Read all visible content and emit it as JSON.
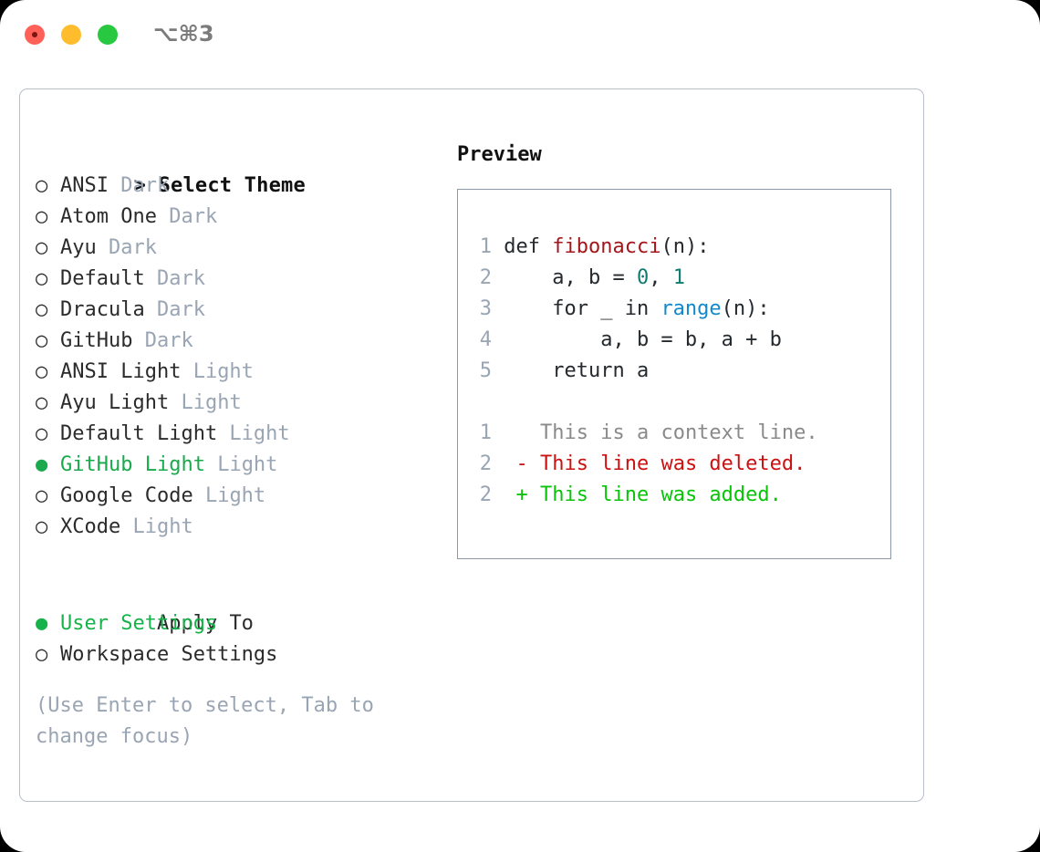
{
  "window": {
    "title": "⌥⌘3",
    "traffic_lights": [
      {
        "name": "close",
        "color": "#ff6159"
      },
      {
        "name": "minimize",
        "color": "#ffbd2e"
      },
      {
        "name": "maximize",
        "color": "#28c941"
      }
    ]
  },
  "theme_list": {
    "header_marker": "> ",
    "header_label": "Select Theme",
    "items": [
      {
        "marker": "○ ",
        "label": "ANSI",
        "tag": "Dark",
        "selected": false
      },
      {
        "marker": "○ ",
        "label": "Atom One",
        "tag": "Dark",
        "selected": false
      },
      {
        "marker": "○ ",
        "label": "Ayu",
        "tag": "Dark",
        "selected": false
      },
      {
        "marker": "○ ",
        "label": "Default",
        "tag": "Dark",
        "selected": false
      },
      {
        "marker": "○ ",
        "label": "Dracula",
        "tag": "Dark",
        "selected": false
      },
      {
        "marker": "○ ",
        "label": "GitHub",
        "tag": "Dark",
        "selected": false
      },
      {
        "marker": "○ ",
        "label": "ANSI Light",
        "tag": "Light",
        "selected": false
      },
      {
        "marker": "○ ",
        "label": "Ayu Light",
        "tag": "Light",
        "selected": false
      },
      {
        "marker": "○ ",
        "label": "Default Light",
        "tag": "Light",
        "selected": false
      },
      {
        "marker": "● ",
        "label": "GitHub Light",
        "tag": "Light",
        "selected": true
      },
      {
        "marker": "○ ",
        "label": "Google Code",
        "tag": "Light",
        "selected": false
      },
      {
        "marker": "○ ",
        "label": "XCode",
        "tag": "Light",
        "selected": false
      }
    ]
  },
  "apply_to": {
    "header_indent": "  ",
    "header_label": "Apply To",
    "items": [
      {
        "marker": "● ",
        "label": "User Settings",
        "selected": true
      },
      {
        "marker": "○ ",
        "label": "Workspace Settings",
        "selected": false
      }
    ]
  },
  "hint": "(Use Enter to select, Tab to change focus)",
  "preview": {
    "title": "Preview",
    "code_lines": [
      {
        "number": "1",
        "spans": [
          {
            "text": "def ",
            "kind": "plain"
          },
          {
            "text": "fibonacci",
            "kind": "func"
          },
          {
            "text": "(n):",
            "kind": "plain"
          }
        ]
      },
      {
        "number": "2",
        "spans": [
          {
            "text": "    a, b = ",
            "kind": "plain"
          },
          {
            "text": "0",
            "kind": "num"
          },
          {
            "text": ", ",
            "kind": "plain"
          },
          {
            "text": "1",
            "kind": "num"
          }
        ]
      },
      {
        "number": "3",
        "spans": [
          {
            "text": "    for _ in ",
            "kind": "plain"
          },
          {
            "text": "range",
            "kind": "builtin"
          },
          {
            "text": "(n):",
            "kind": "plain"
          }
        ]
      },
      {
        "number": "4",
        "spans": [
          {
            "text": "        a, b = b, a + b",
            "kind": "plain"
          }
        ]
      },
      {
        "number": "5",
        "spans": [
          {
            "text": "    return a",
            "kind": "plain"
          }
        ]
      }
    ],
    "diff_lines": [
      {
        "number": "1",
        "sign": "  ",
        "text": "This is a context line.",
        "kind": "ctx"
      },
      {
        "number": "2",
        "sign": "- ",
        "text": "This line was deleted.",
        "kind": "del"
      },
      {
        "number": "2",
        "sign": "+ ",
        "text": "This line was added.",
        "kind": "add"
      }
    ]
  },
  "colors": {
    "selection_green": "#1aa94c",
    "apply_green": "#17b34a",
    "tag_grey": "#9aa5b4",
    "hint_grey": "#9aa5b4",
    "panel_border": "#b7bfcb",
    "preview_border": "#8c98a8",
    "code_function": "#a3161b",
    "code_number": "#0f7b72",
    "code_builtin": "#1389cc",
    "diff_deleted": "#cc1111",
    "diff_added": "#0ac40a",
    "diff_context": "#8a8a8a"
  }
}
